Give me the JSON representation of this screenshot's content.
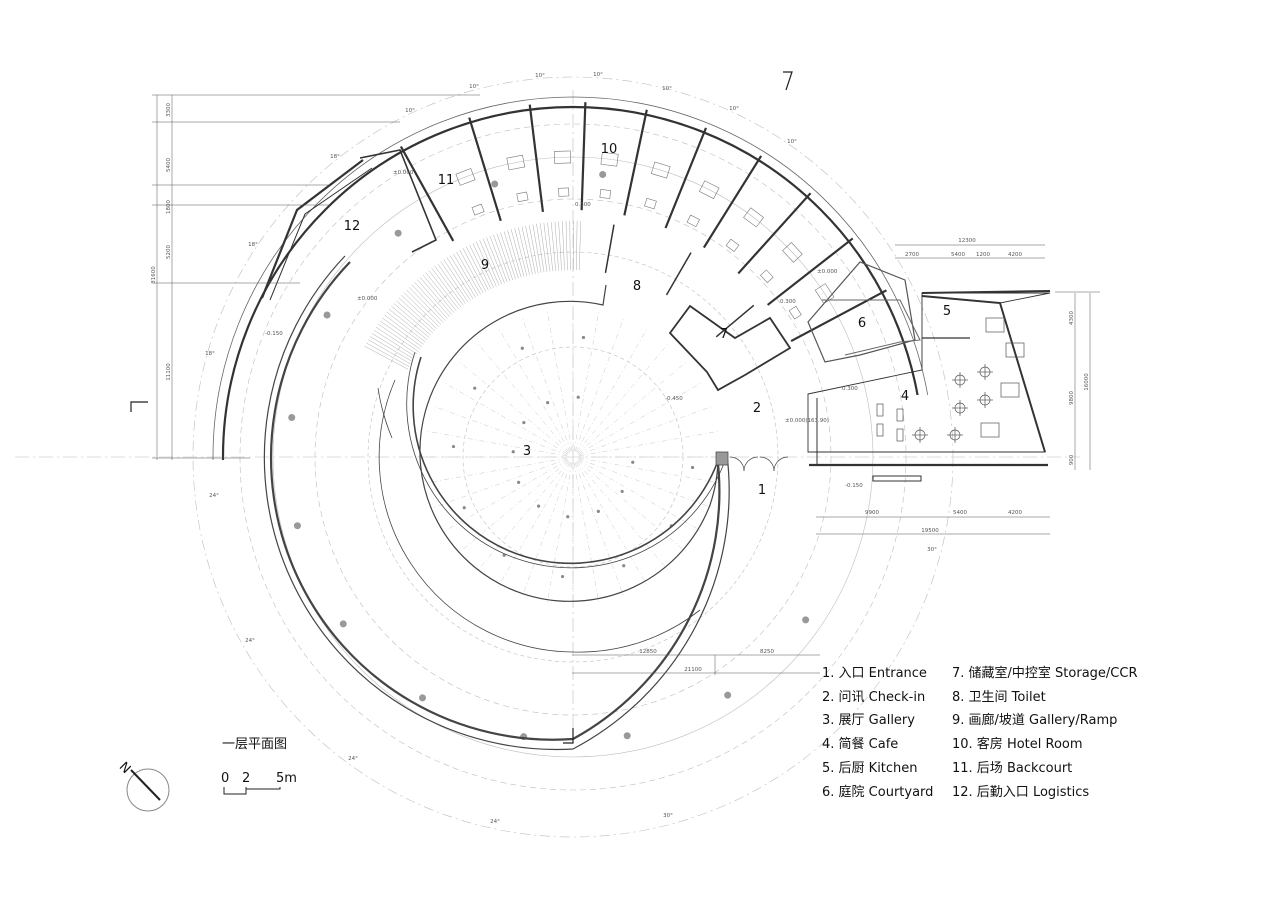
{
  "room_numbers": [
    "1",
    "2",
    "3",
    "4",
    "5",
    "6",
    "7",
    "8",
    "9",
    "10",
    "11",
    "12"
  ],
  "legend_left": [
    "1. 入口 Entrance",
    "2. 问讯 Check-in",
    "3. 展厅 Gallery",
    "4. 简餐 Cafe",
    "5. 后厨  Kitchen",
    "6. 庭院 Courtyard"
  ],
  "legend_right": [
    "7. 储藏室/中控室 Storage/CCR",
    "8. 卫生间 Toilet",
    "9. 画廊/坡道 Gallery/Ramp",
    "10. 客房  Hotel Room",
    "11. 后场 Backcourt",
    "12. 后勤入口  Logistics"
  ],
  "plan_title": "一层平面图",
  "north_label": "N",
  "scale_bar": {
    "labels": [
      "0",
      "2",
      "5m"
    ]
  },
  "dimensions": {
    "bottom": [
      "12850",
      "8250",
      "21100"
    ],
    "cafe_bottom": [
      "9900",
      "5400",
      "4200",
      "19500"
    ],
    "cafe_top": [
      "12300",
      "2700",
      "5400",
      "1200",
      "4200"
    ],
    "cafe_right": [
      "4300",
      "9800",
      "900",
      "16000"
    ],
    "left": [
      "3300",
      "5400",
      "1800",
      "5200",
      "11100",
      "31600"
    ],
    "angles": [
      "10°",
      "10°",
      "10°",
      "10°",
      "10°",
      "10°",
      "10°",
      "18°",
      "18°",
      "18°",
      "24°",
      "24°",
      "24°",
      "24°",
      "30°",
      "30°"
    ]
  },
  "levels": [
    "±0.000",
    "±0.000",
    "±0.000",
    "±0.000(163.90)",
    "-0.150",
    "-0.150",
    "-0.450",
    "0.300",
    "0.300",
    "0.300"
  ]
}
